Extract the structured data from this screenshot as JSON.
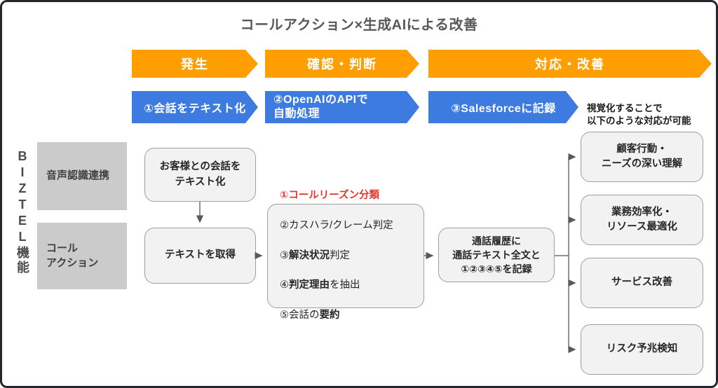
{
  "diagram": {
    "title": "コールアクション×生成AIによる改善",
    "stages": [
      {
        "label": "発生"
      },
      {
        "label": "確認・判断"
      },
      {
        "label": "対応・改善"
      }
    ],
    "steps": [
      {
        "label": "①会話をテキスト化"
      },
      {
        "label": "②OpenAIのAPIで\n自動処理"
      },
      {
        "label": "③Salesforceに記録"
      }
    ],
    "note": "視覚化することで\n以下のような対応が可能",
    "side_label": "BIZTEL機能",
    "feature_boxes": [
      {
        "label": "音声認識連携"
      },
      {
        "label": "コール\nアクション"
      }
    ],
    "flow_nodes": {
      "transcribe": "お客様との会話を\nテキスト化",
      "get_text": "テキストを取得",
      "record": "通話履歴に\n通話テキスト全文と\n①②③④⑤を記録"
    },
    "process_box": {
      "lines": [
        {
          "pre": "",
          "strong": "①コールリーズン分類",
          "suf": ""
        },
        {
          "pre": "②カスハラ/クレーム判定",
          "strong": "",
          "suf": ""
        },
        {
          "pre": "③",
          "strong": "解決状況",
          "suf": "判定"
        },
        {
          "pre": "④",
          "strong": "判定理由",
          "suf": "を抽出"
        },
        {
          "pre": "⑤会話の",
          "strong": "要約",
          "suf": ""
        }
      ]
    },
    "results": [
      {
        "label": "顧客行動・\nニーズの深い理解"
      },
      {
        "label": "業務効率化・\nリソース最適化"
      },
      {
        "label": "サービス改善"
      },
      {
        "label": "リスク予兆検知"
      }
    ],
    "colors": {
      "stage_orange": "#FF9E00",
      "step_blue": "#3D7BE0",
      "highlight_red": "#E8362A",
      "feature_gray": "#CBCBCB",
      "node_fill": "#F2F2F2",
      "node_border": "#9E9E9E",
      "title_gray": "#595959",
      "frame_border": "#23272B"
    }
  }
}
